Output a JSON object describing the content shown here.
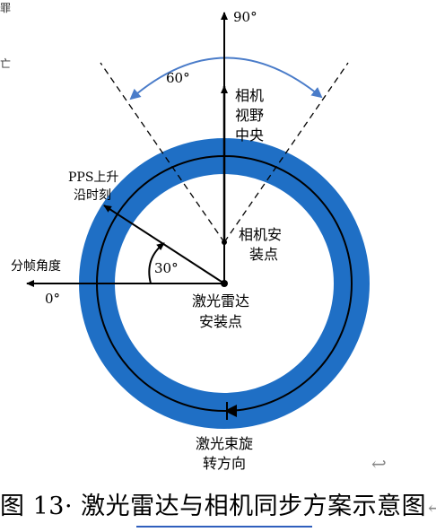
{
  "diagram": {
    "angle_90": "90°",
    "angle_60": "60°",
    "camera_fov_center": [
      "相机",
      "视野",
      "中央"
    ],
    "pps_rising_edge": [
      "PPS上升",
      "沿时刻"
    ],
    "camera_mount": [
      "相机安",
      "装点"
    ],
    "frame_split_angle": "分帧角度",
    "angle_30": "30°",
    "angle_0": "0°",
    "lidar_mount": [
      "激光雷达",
      "安装点"
    ],
    "beam_rotation": [
      "激光束旋",
      "转方向"
    ],
    "ring_color": "#1f6fc5",
    "arc_color": "#4a7cc9"
  },
  "caption": {
    "text": "图 13· 激光雷达与相机同步方案示意图",
    "mark": "↩"
  },
  "return_mark": "↩",
  "side_glyphs": [
    "罪",
    "亡"
  ]
}
